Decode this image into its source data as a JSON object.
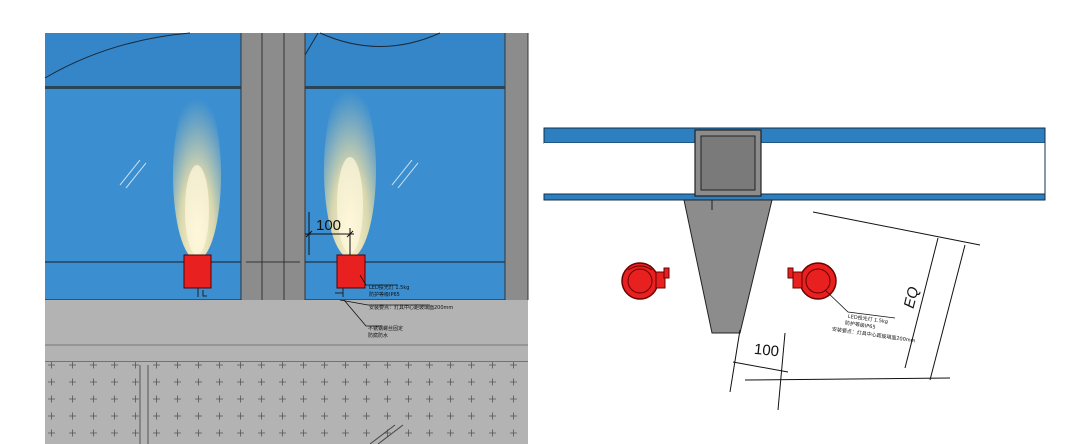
{
  "elevation": {
    "dim_label": "100",
    "callout_1_line1": "LED投光灯  1.5kg",
    "callout_1_line2": "防护等级IP65",
    "callout_2": "安装要点：灯具中心距玻璃面200mm",
    "callout_3_line1": "不锈钢螺丝固定",
    "callout_3_line2": "防腐防水"
  },
  "plan": {
    "dim_label": "100",
    "eq_label": "EQ",
    "callout_line1": "LED投光灯  1.5kg",
    "callout_line2": "防护等级IP65",
    "callout_line3": "安装要点：灯具中心距玻璃面200mm"
  },
  "colors": {
    "glass": "#3b8fd0",
    "mullion": "#8c8c8c",
    "concrete": "#b3b3b3",
    "lamp": "#e82020",
    "beam_blue": "#2d7fc0"
  }
}
